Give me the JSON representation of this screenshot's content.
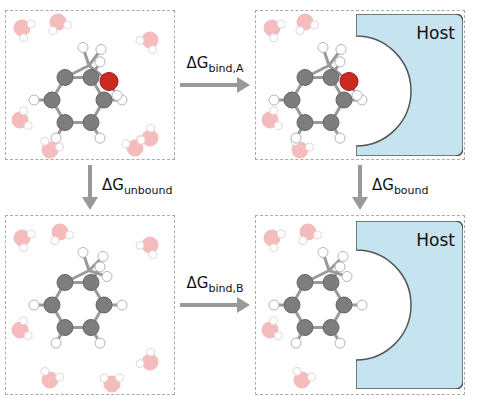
{
  "diagram": {
    "nodes": [
      {
        "text": []
      },
      {
        "text": []
      },
      {
        "text": [
          "Host"
        ],
        "in": 1
      },
      {
        "text": []
      },
      {
        "text": []
      },
      {
        "text": [
          "Host"
        ],
        "in": 4
      }
    ],
    "edges": [
      {
        "from": 0,
        "to": 1,
        "arrow": "to",
        "label": "ΔGbind,A"
      },
      {
        "from": 0,
        "to": 3,
        "arrow": "to",
        "label": "ΔGunbound"
      },
      {
        "from": 1,
        "to": 4,
        "arrow": "to",
        "label": "ΔGbound"
      },
      {
        "from": 3,
        "to": 4,
        "arrow": "to",
        "label": "ΔGbind,B"
      }
    ]
  }
}
